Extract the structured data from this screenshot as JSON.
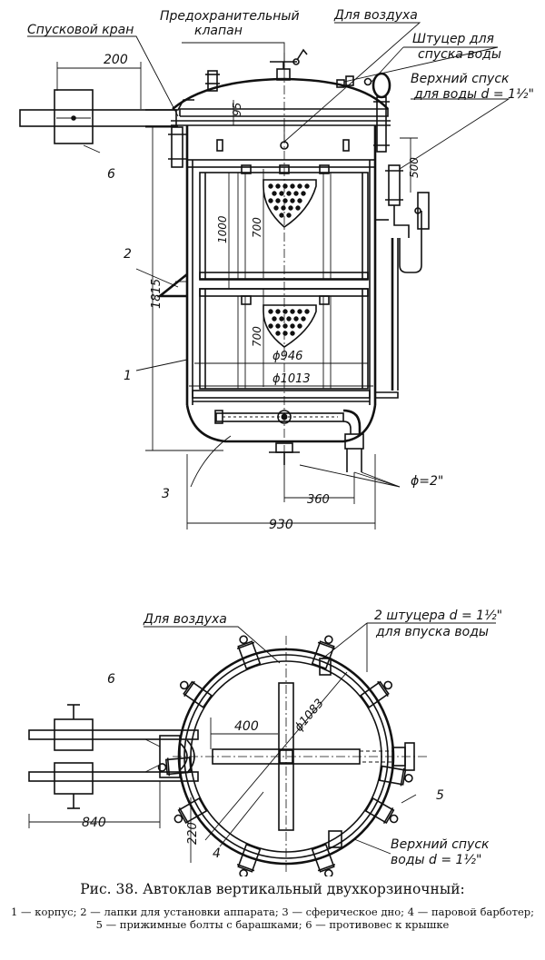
{
  "top_view": {
    "labels": {
      "drain_valve": "Спусковой кран",
      "safety_valve_1": "Предохранительный",
      "safety_valve_2": "клапан",
      "for_air": "Для воздуха",
      "fitting_1": "Штуцер для",
      "fitting_2": "спуска воды",
      "upper_drain_1": "Верхний спуск",
      "upper_drain_2": "для воды d = 1½\""
    },
    "dimensions": {
      "d200": "200",
      "d95": "95",
      "d500": "500",
      "d1000": "1000",
      "d700a": "700",
      "d700b": "700",
      "d1815": "1815",
      "d946": "ϕ946",
      "d1013": "ϕ1013",
      "d360": "360",
      "d930": "930",
      "phi2": "ϕ=2\""
    },
    "callouts": {
      "c1": "1",
      "c2": "2",
      "c3": "3",
      "c6": "6"
    }
  },
  "plan_view": {
    "labels": {
      "for_air": "Для воздуха",
      "fittings_1": "2 штуцера d = 1½\"",
      "fittings_2": "для впуска воды",
      "upper_drain_1": "Верхний спуск",
      "upper_drain_2": "воды d = 1½\""
    },
    "dimensions": {
      "d400": "400",
      "d1083": "ϕ1083",
      "d840": "840",
      "d220": "220"
    },
    "callouts": {
      "c4": "4",
      "c5": "5",
      "c6": "6"
    }
  },
  "caption": {
    "title": "Рис. 38. Автоклав вертикальный двухкорзиночный:",
    "legend": "1 — корпус; 2 — лапки для установки аппарата; 3 — сферическое дно; 4 — паровой барботер; 5 — прижимные болты с барашками; 6 — противовес к крышке"
  }
}
